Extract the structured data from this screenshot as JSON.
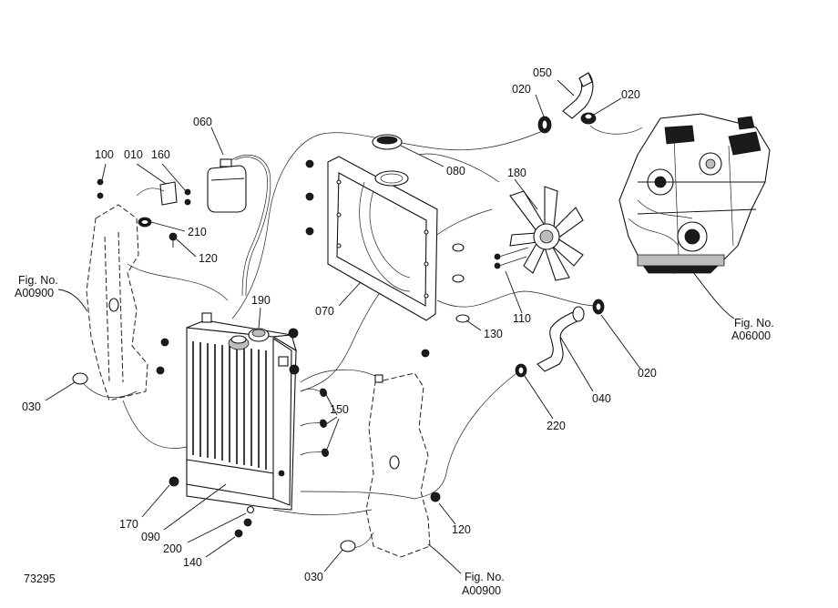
{
  "diagram_id": "73295",
  "figure_refs": {
    "left_panel": [
      "Fig. No.",
      "A00900"
    ],
    "bottom_panel": [
      "Fig. No.",
      "A00900"
    ],
    "engine": [
      "Fig. No.",
      "A06000"
    ]
  },
  "callouts": [
    {
      "id": "c-050",
      "text": "050"
    },
    {
      "id": "c-020-a",
      "text": "020"
    },
    {
      "id": "c-020-b",
      "text": "020"
    },
    {
      "id": "c-060",
      "text": "060"
    },
    {
      "id": "c-080",
      "text": "080"
    },
    {
      "id": "c-180",
      "text": "180"
    },
    {
      "id": "c-100",
      "text": "100"
    },
    {
      "id": "c-010",
      "text": "010"
    },
    {
      "id": "c-160",
      "text": "160"
    },
    {
      "id": "c-210",
      "text": "210"
    },
    {
      "id": "c-120-a",
      "text": "120"
    },
    {
      "id": "c-190",
      "text": "190"
    },
    {
      "id": "c-070",
      "text": "070"
    },
    {
      "id": "c-130",
      "text": "130"
    },
    {
      "id": "c-110",
      "text": "110"
    },
    {
      "id": "c-020-c",
      "text": "020"
    },
    {
      "id": "c-040",
      "text": "040"
    },
    {
      "id": "c-220",
      "text": "220"
    },
    {
      "id": "c-150",
      "text": "150"
    },
    {
      "id": "c-030-a",
      "text": "030"
    },
    {
      "id": "c-170",
      "text": "170"
    },
    {
      "id": "c-090",
      "text": "090"
    },
    {
      "id": "c-200",
      "text": "200"
    },
    {
      "id": "c-140",
      "text": "140"
    },
    {
      "id": "c-120-b",
      "text": "120"
    },
    {
      "id": "c-030-b",
      "text": "030"
    }
  ]
}
